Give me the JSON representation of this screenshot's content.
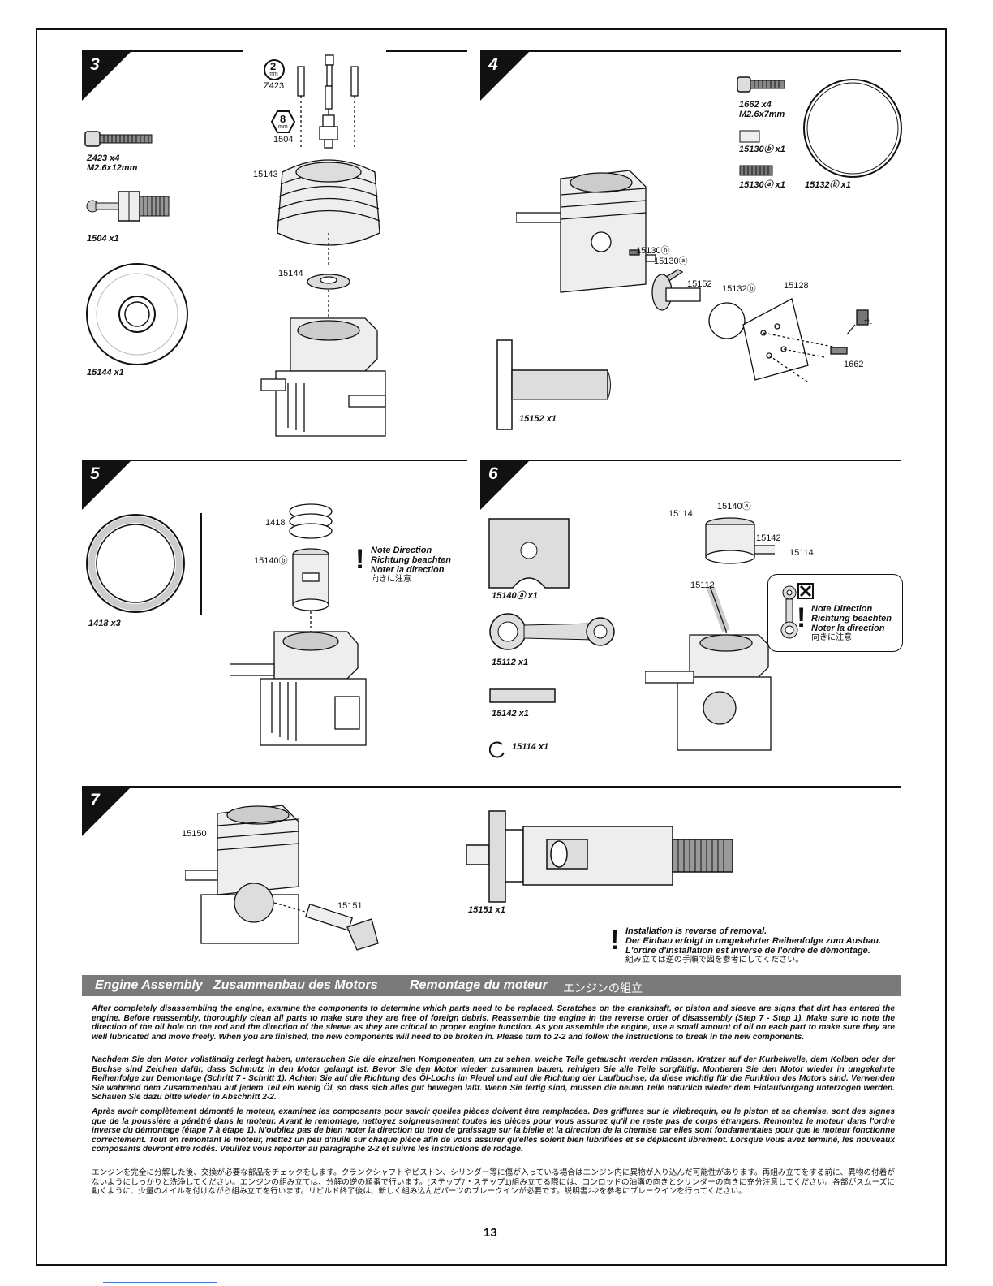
{
  "steps": {
    "s3": {
      "number": "3",
      "callouts": {
        "tool1": "Z423",
        "tool1_mm": "2",
        "tool2": "1504",
        "tool2_mm": "8",
        "head": "15143",
        "gasket": "15144"
      },
      "parts": {
        "screw_id": "Z423   x4",
        "screw_size": "M2.6x12mm",
        "plug": "1504   x1",
        "washer": "15144   x1"
      },
      "mm": "mm"
    },
    "s4": {
      "number": "4",
      "callouts": {
        "a": "15130ⓑ",
        "b": "15130ⓐ",
        "c": "15152",
        "d": "15132ⓑ",
        "e": "15128",
        "f": "1662",
        "tl": "T/L"
      },
      "parts": {
        "screw_id": "1662   x4",
        "screw_size": "M2.6x7mm",
        "p1": "15130ⓑ  x1",
        "p2": "15130ⓐ  x1",
        "p3": "15132ⓑ  x1",
        "shaft": "15152   x1"
      }
    },
    "s5": {
      "number": "5",
      "callouts": {
        "shims": "1418",
        "sleeve": "15140ⓑ"
      },
      "parts": {
        "shim": "1418   x3"
      },
      "note": {
        "en": "Note Direction",
        "de": "Richtung beachten",
        "fr": "Noter la direction",
        "jp": "向きに注意"
      }
    },
    "s6": {
      "number": "6",
      "callouts": {
        "clip1": "15114",
        "piston": "15140ⓐ",
        "pin": "15142",
        "clip2": "15114",
        "rod": "15112"
      },
      "parts": {
        "piston": "15140ⓐ  x1",
        "rod": "15112   x1",
        "pin": "15142   x1",
        "clip": "15114   x1"
      },
      "note": {
        "en": "Note Direction",
        "de": "Richtung beachten",
        "fr": "Noter la direction",
        "jp": "向きに注意"
      }
    },
    "s7": {
      "number": "7",
      "callouts": {
        "case": "15150",
        "crank": "15151"
      },
      "parts": {
        "crank": "15151   x1"
      },
      "note": {
        "en": "Installation is reverse of removal.",
        "de": "Der Einbau erfolgt in umgekehrter Reihenfolge zum Ausbau.",
        "fr": "L'ordre d'installation est inverse de l'ordre de démontage.",
        "jp": "組み立ては逆の手順で図を参考にしてください。"
      }
    }
  },
  "section": {
    "title_en": "Engine Assembly",
    "title_de": "Zusammenbau des Motors",
    "title_fr": "Remontage du moteur",
    "title_jp": "エンジンの組立"
  },
  "paragraphs": {
    "en": "After completely disassembling the engine, examine the components to determine which parts need to be replaced. Scratches on the crankshaft, or piston and sleeve are signs that dirt has entered the engine. Before reassembly, thoroughly clean all parts to make sure they are free of foreign debris. Reassemble the engine in the reverse order of disassembly (Step 7 - Step 1). Make sure to note the direction of the oil hole on the rod and the direction of the sleeve as they are critical to proper engine function. As you assemble the engine, use a small amount of oil on each part to make sure they are well lubricated and move freely. When you are finished, the new components will need to be broken in. Please turn to 2-2 and follow the instructions to break in the new components.",
    "de": "Nachdem Sie den Motor vollständig zerlegt haben, untersuchen Sie die einzelnen Komponenten, um zu sehen, welche Teile getauscht werden müssen. Kratzer auf der Kurbelwelle, dem Kolben oder der Buchse sind Zeichen dafür, dass Schmutz in den Motor gelangt ist. Bevor Sie den Motor wieder zusammen bauen, reinigen Sie alle Teile sorgfältig. Montieren Sie den Motor wieder in umgekehrte Reihenfolge zur Demontage (Schritt 7 - Schritt 1). Achten Sie auf die Richtung des Öl-Lochs im Pleuel und auf die Richtung der Laufbuchse, da diese wichtig für die Funktion des Motors sind. Verwenden Sie während dem Zusammenbau auf jedem Teil ein wenig Öl, so dass sich alles gut bewegen läßt. Wenn Sie fertig sind, müssen die neuen Teile natürlich wieder dem Einlaufvorgang unterzogen werden. Schauen Sie dazu bitte wieder in Abschnitt 2-2.",
    "fr": "Après avoir complètement démonté le moteur, examinez les composants pour savoir quelles pièces doivent être remplacées. Des griffures sur le vilebrequin, ou le piston et sa chemise, sont des signes que de la poussière a pénétré dans le moteur. Avant le remontage, nettoyez soigneusement toutes les pièces pour vous assurez qu'il ne reste pas de corps étrangers. Remontez le moteur dans l'ordre inverse du démontage (étape 7 à étape 1). N'oubliez pas de bien noter la direction du trou de graissage sur la bielle et la direction de la chemise car elles sont fondamentales pour que le moteur fonctionne correctement. Tout en remontant le moteur, mettez un peu d'huile sur chaque pièce afin de vous assurer qu'elles soient bien lubrifiées et se déplacent librement. Lorsque vous avez terminé, les nouveaux composants devront être rodés. Veuillez vous reporter au paragraphe 2-2 et suivre les instructions de rodage.",
    "jp": "エンジンを完全に分解した後、交換が必要な部品をチェックをします。クランクシャフトやピストン、シリンダー等に傷が入っている場合はエンジン内に異物が入り込んだ可能性があります。再組み立てをする前に、異物の付着がないようにしっかりと洗浄してください。エンジンの組み立ては、分解の逆の順番で行います。(ステップ7・ステップ1)組み立てる際には、コンロッドの油溝の向きとシリンダーの向きに充分注意してください。各部がスムーズに動くように、少量のオイルを付けながら組み立てを行います。リビルド終了後は、新しく組み込んだパーツのブレークインが必要です。説明書2-2を参考にブレークインを行ってください。"
  },
  "page_number": "13"
}
